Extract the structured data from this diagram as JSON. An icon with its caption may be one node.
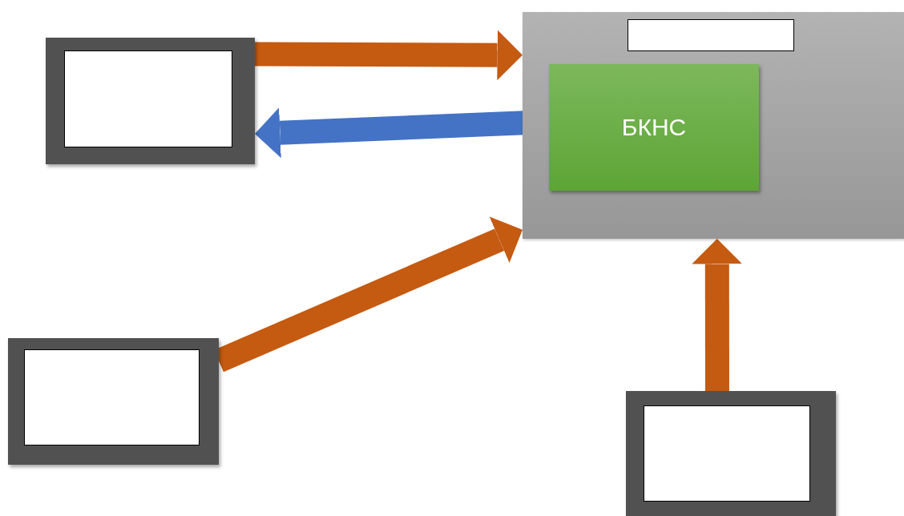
{
  "diagram": {
    "nodes": [
      {
        "text": [],
        "shape": "monitor"
      },
      {
        "text": [],
        "shape": "box"
      },
      {
        "text": [],
        "shape": "box",
        "in": 1
      },
      {
        "text": [
          "БКНС"
        ],
        "in": 1
      },
      {
        "text": [],
        "shape": "monitor"
      },
      {
        "text": [],
        "shape": "monitor"
      }
    ],
    "edges": [
      {
        "from": 0,
        "to": 1,
        "arrow": "to"
      },
      {
        "from": 3,
        "to": 0,
        "arrow": "to",
        "color": "#4472c4"
      },
      {
        "from": 4,
        "to": 1,
        "arrow": "to"
      },
      {
        "from": 5,
        "to": 1,
        "arrow": "to"
      }
    ]
  }
}
